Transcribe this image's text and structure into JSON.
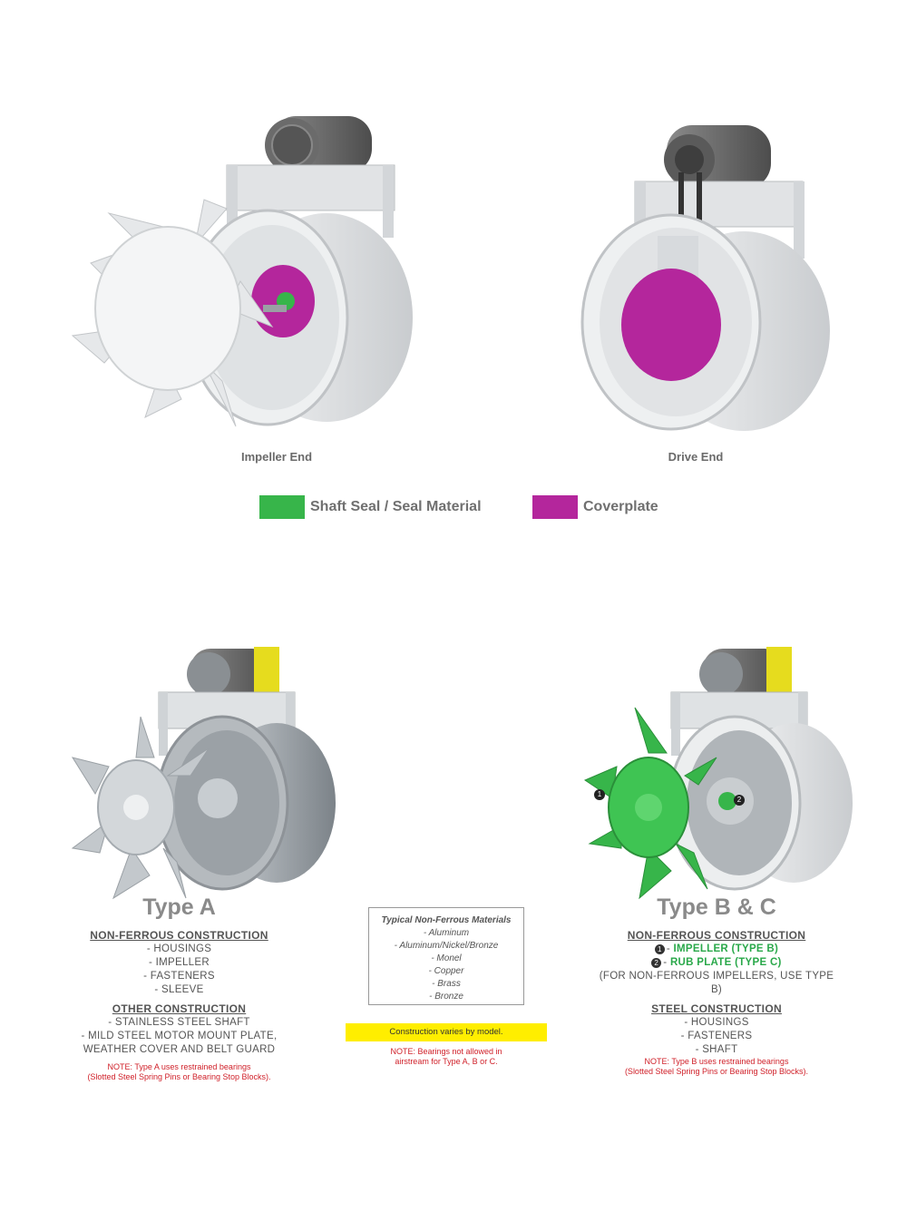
{
  "views": {
    "impeller_end": "Impeller End",
    "drive_end": "Drive End"
  },
  "legend": {
    "shaft_seal": {
      "label": "Shaft Seal / Seal Material",
      "color": "#37b54a"
    },
    "coverplate": {
      "label": "Coverplate",
      "color": "#b4269c"
    }
  },
  "type_a": {
    "title": "Type A",
    "nonferrous_heading": "NON-FERROUS CONSTRUCTION",
    "nonferrous_items": [
      "- HOUSINGS",
      "- IMPELLER",
      "- FASTENERS",
      "- SLEEVE"
    ],
    "other_heading": "OTHER CONSTRUCTION",
    "other_items": [
      "- STAINLESS STEEL SHAFT",
      "- MILD STEEL MOTOR MOUNT PLATE,",
      "WEATHER COVER AND BELT GUARD"
    ],
    "note_line1": "NOTE: Type A uses restrained bearings",
    "note_line2": "(Slotted Steel Spring Pins or Bearing Stop Blocks)."
  },
  "materials": {
    "heading": "Typical Non-Ferrous Materials",
    "items": [
      "- Aluminum",
      "- Aluminum/Nickel/Bronze",
      "- Monel",
      "- Copper",
      "- Brass",
      "- Bronze"
    ],
    "banner": "Construction varies by model.",
    "note_line1": "NOTE: Bearings not allowed in",
    "note_line2": "airstream for Type A, B or C."
  },
  "type_bc": {
    "title": "Type B & C",
    "nonferrous_heading": "NON-FERROUS CONSTRUCTION",
    "item1_num": "1",
    "item1_label": "IMPELLER (TYPE B)",
    "item2_num": "2",
    "item2_label": "RUB PLATE (TYPE C)",
    "item_dash": "-",
    "nonferrous_note": "(FOR NON-FERROUS IMPELLERS, USE TYPE B)",
    "steel_heading": "STEEL CONSTRUCTION",
    "steel_items": [
      "- HOUSINGS",
      "- FASTENERS",
      "- SHAFT"
    ],
    "note_line1": "NOTE: Type B uses restrained bearings",
    "note_line2": "(Slotted Steel Spring Pins or Bearing Stop Blocks)."
  },
  "callouts": {
    "one": "1",
    "two": "2"
  }
}
